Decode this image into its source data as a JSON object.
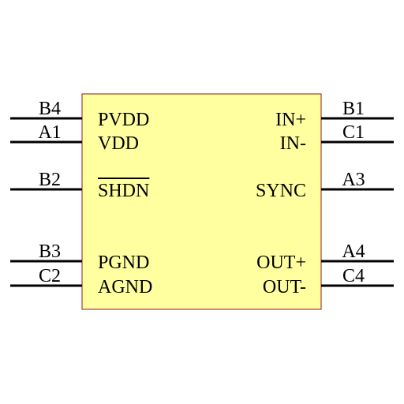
{
  "component": {
    "body_fill": "#ffffa0",
    "body_stroke": "#8b1a1a",
    "left_pins": [
      {
        "number": "B4",
        "name": "PVDD",
        "overbar": false
      },
      {
        "number": "A1",
        "name": "VDD",
        "overbar": false
      },
      {
        "number": "B2",
        "name": "SHDN",
        "overbar": true
      },
      {
        "number": "B3",
        "name": "PGND",
        "overbar": false
      },
      {
        "number": "C2",
        "name": "AGND",
        "overbar": false
      }
    ],
    "right_pins": [
      {
        "number": "B1",
        "name": "IN+",
        "overbar": false
      },
      {
        "number": "C1",
        "name": "IN-",
        "overbar": false
      },
      {
        "number": "A3",
        "name": "SYNC",
        "overbar": false
      },
      {
        "number": "A4",
        "name": "OUT+",
        "overbar": false
      },
      {
        "number": "C4",
        "name": "OUT-",
        "overbar": false
      }
    ]
  }
}
